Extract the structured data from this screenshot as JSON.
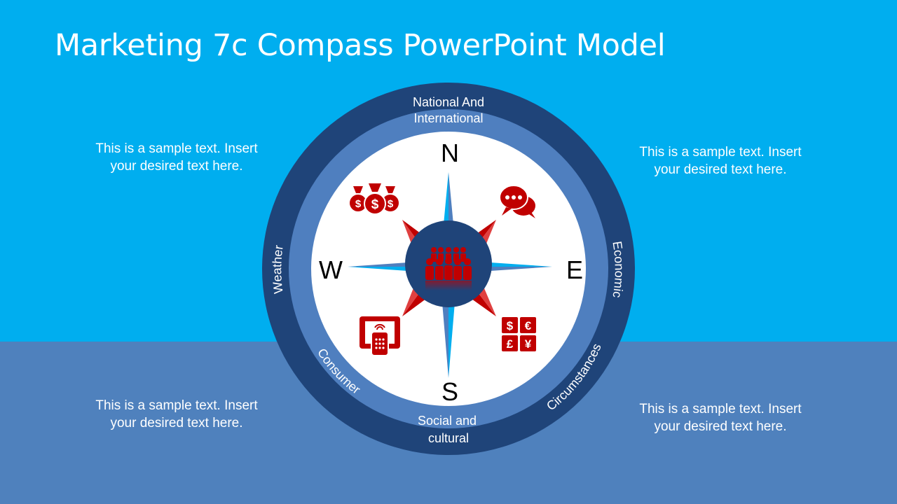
{
  "title": "Marketing 7c Compass PowerPoint Model",
  "colors": {
    "background_top": "#00aeef",
    "background_bottom": "#4f81bd",
    "outer_ring": "#1f4479",
    "inner_ring": "#4f7fbf",
    "accent_red": "#c00000",
    "needle_light": "#00aeef",
    "needle_dark": "#4f7fbf"
  },
  "ring_labels": {
    "north_line1": "National And",
    "north_line2": "International",
    "south_line1": "Social and",
    "south_line2": "cultural",
    "west": "Weather",
    "east": "Economic",
    "southwest": "Consumer",
    "southeast": "Circumstances"
  },
  "directions": {
    "north": "N",
    "south": "S",
    "east": "E",
    "west": "W"
  },
  "icons": {
    "northwest": "money-bags-icon",
    "northeast": "chat-bubbles-icon",
    "southwest": "tablet-remote-icon",
    "southeast": "currency-symbols-icon",
    "center": "crowd-icon"
  },
  "currency": {
    "dollar": "$",
    "euro": "€",
    "pound": "£",
    "yen": "¥"
  },
  "sample_texts": {
    "top_left": [
      "This is a sample text. Insert",
      "your desired text here."
    ],
    "top_right": [
      "This is a sample text. Insert",
      "your desired text here."
    ],
    "bottom_left": [
      "This is a sample text. Insert",
      "your desired text here."
    ],
    "bottom_right": [
      "This is a sample text. Insert",
      "your desired text here."
    ]
  }
}
